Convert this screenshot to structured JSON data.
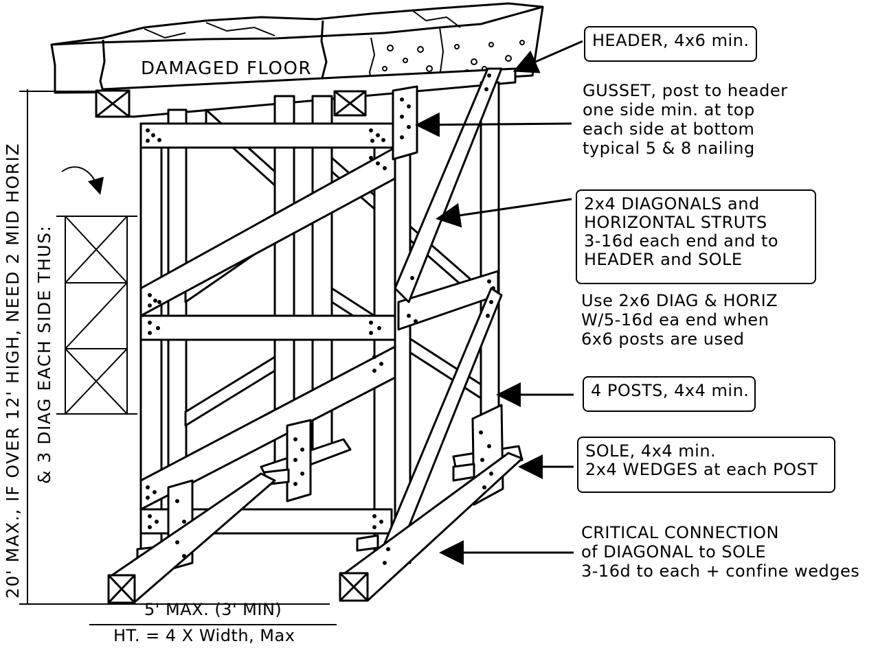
{
  "floor_label": "DAMAGED FLOOR",
  "header_callout": "HEADER,  4x6 min.",
  "gusset_note": [
    "GUSSET, post to header",
    "one side min. at top",
    "each side at bottom",
    "typical 5 & 8 nailing"
  ],
  "diagonals_callout": [
    "2x4 DIAGONALS and",
    "HORIZONTAL STRUTS",
    "3-16d each end and to",
    "HEADER and SOLE"
  ],
  "diag6_note": [
    "Use 2x6 DIAG & HORIZ",
    "W/5-16d ea end when",
    "6x6 posts are used"
  ],
  "posts_callout": "4 POSTS,  4x4 min.",
  "sole_callout": [
    "SOLE,  4x4 min.",
    "2x4 WEDGES at each POST"
  ],
  "critical_note": [
    "CRITICAL CONNECTION",
    "of DIAGONAL to SOLE",
    "3-16d to each + confine wedges"
  ],
  "height_label_line1": "20' MAX., IF OVER 12' HIGH, NEED 2 MID HORIZ",
  "height_label_line2": "& 3 DIAG EACH SIDE THUS:",
  "width_label": "5' MAX.  (3' MIN)",
  "ratio_label": "HT. = 4 X Width, Max"
}
